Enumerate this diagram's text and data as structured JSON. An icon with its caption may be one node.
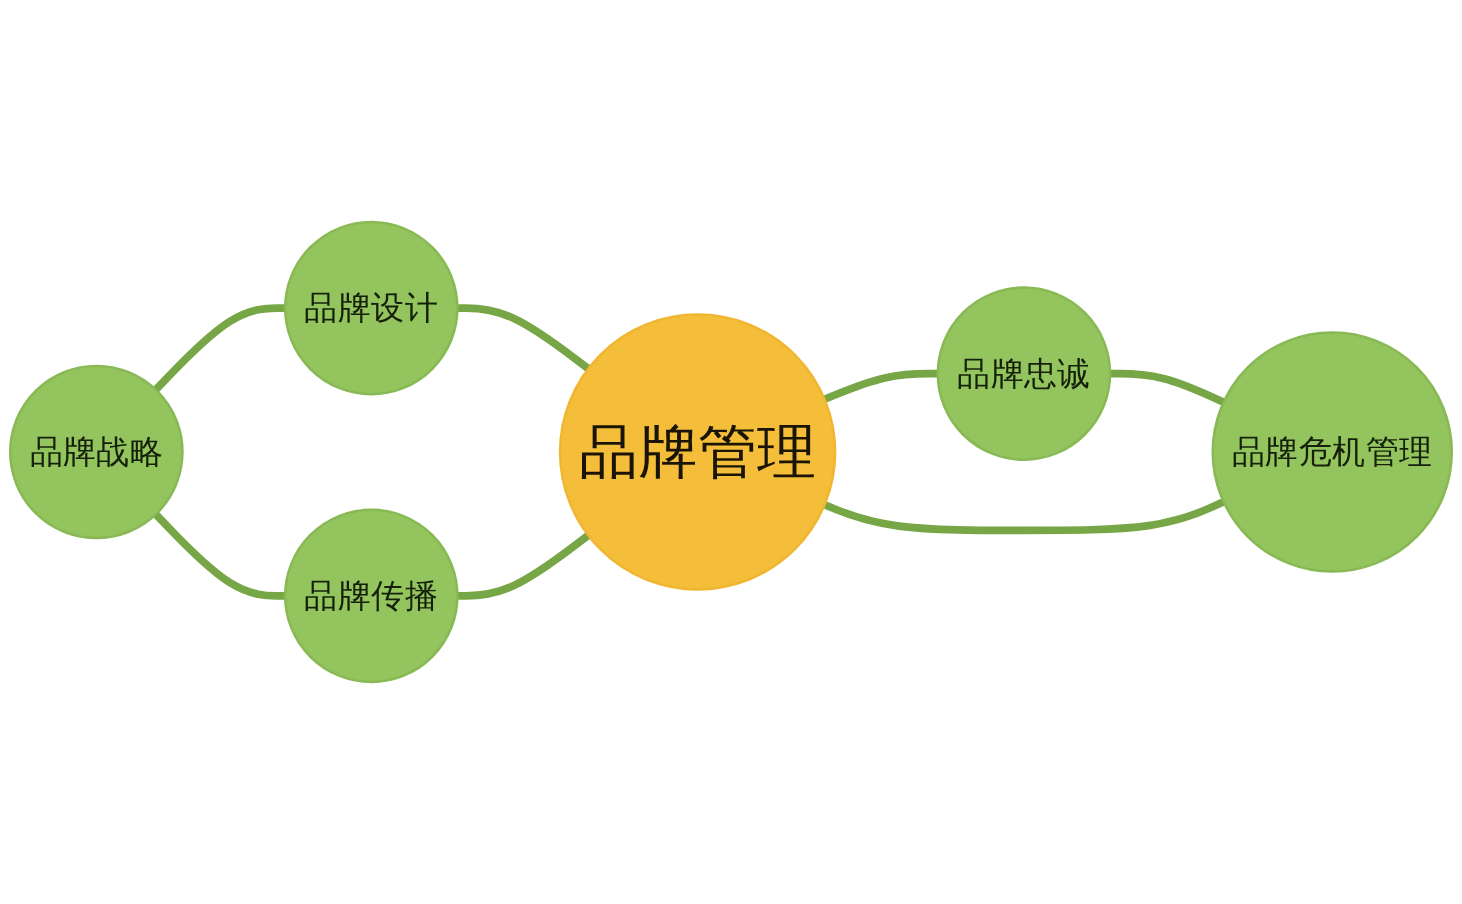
{
  "diagram": {
    "nodes": [
      {
        "text": [
          "品牌设计"
        ]
      },
      {
        "text": [
          "品牌忠诚"
        ]
      },
      {
        "text": [
          "品牌战略"
        ]
      },
      {
        "text": [
          "品牌管理"
        ]
      },
      {
        "text": [
          "品牌传播"
        ]
      },
      {
        "text": [
          "品牌危机管理"
        ]
      }
    ],
    "edges": [
      {
        "from": 2,
        "to": 0,
        "arrow": "none"
      },
      {
        "from": 0,
        "to": 3,
        "arrow": "none"
      },
      {
        "from": 2,
        "to": 4,
        "arrow": "none"
      },
      {
        "from": 4,
        "to": 3,
        "arrow": "none"
      },
      {
        "from": 3,
        "to": 1,
        "arrow": "none"
      },
      {
        "from": 1,
        "to": 5,
        "arrow": "none"
      },
      {
        "from": 3,
        "to": 5,
        "arrow": "none"
      }
    ]
  }
}
